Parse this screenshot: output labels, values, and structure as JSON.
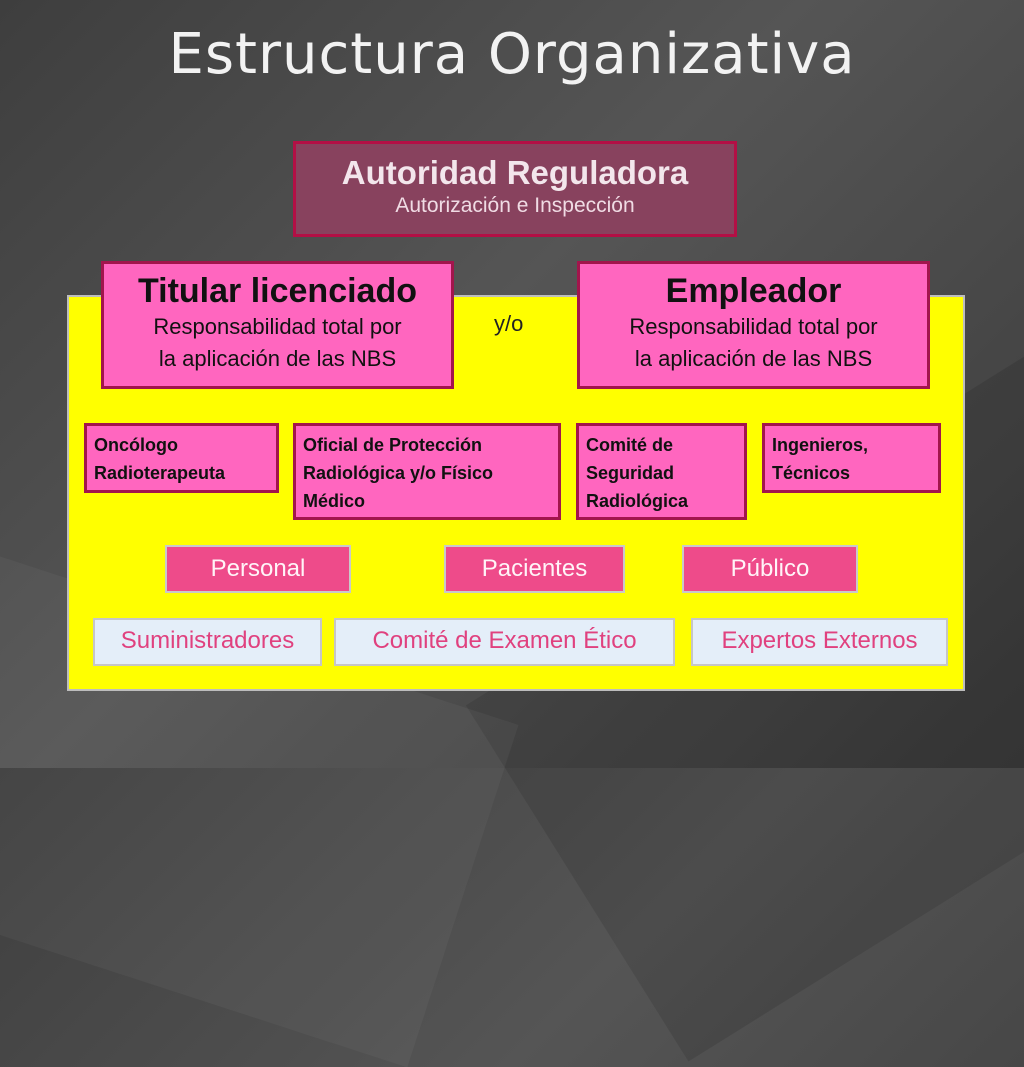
{
  "title": "Estructura Organizativa",
  "authority": {
    "heading": "Autoridad Reguladora",
    "subheading": "Autorización e Inspección"
  },
  "licensee": {
    "heading": "Titular licenciado",
    "line1": "Responsabilidad total por",
    "line2": "la aplicación de las NBS"
  },
  "connector": "y/o",
  "employer": {
    "heading": "Empleador",
    "line1": "Responsabilidad total por",
    "line2": "la aplicación de las NBS"
  },
  "roles": [
    {
      "lines": [
        "Oncólogo",
        "Radioterapeuta"
      ]
    },
    {
      "lines": [
        "Oficial de Protección",
        "Radiológica y/o Físico",
        "Médico"
      ]
    },
    {
      "lines": [
        "Comité de",
        "Seguridad",
        "Radiológica"
      ]
    },
    {
      "lines": [
        "Ingenieros,",
        "Técnicos"
      ]
    }
  ],
  "groups": [
    "Personal",
    "Pacientes",
    "Público"
  ],
  "externals": [
    "Suministradores",
    "Comité de Examen Ético",
    "Expertos Externos"
  ],
  "colors": {
    "panel": "#ffff00",
    "pink": "#ff66bf",
    "magenta": "#ee4b8a",
    "authority": "#88425e",
    "external": "#e4eef9"
  }
}
